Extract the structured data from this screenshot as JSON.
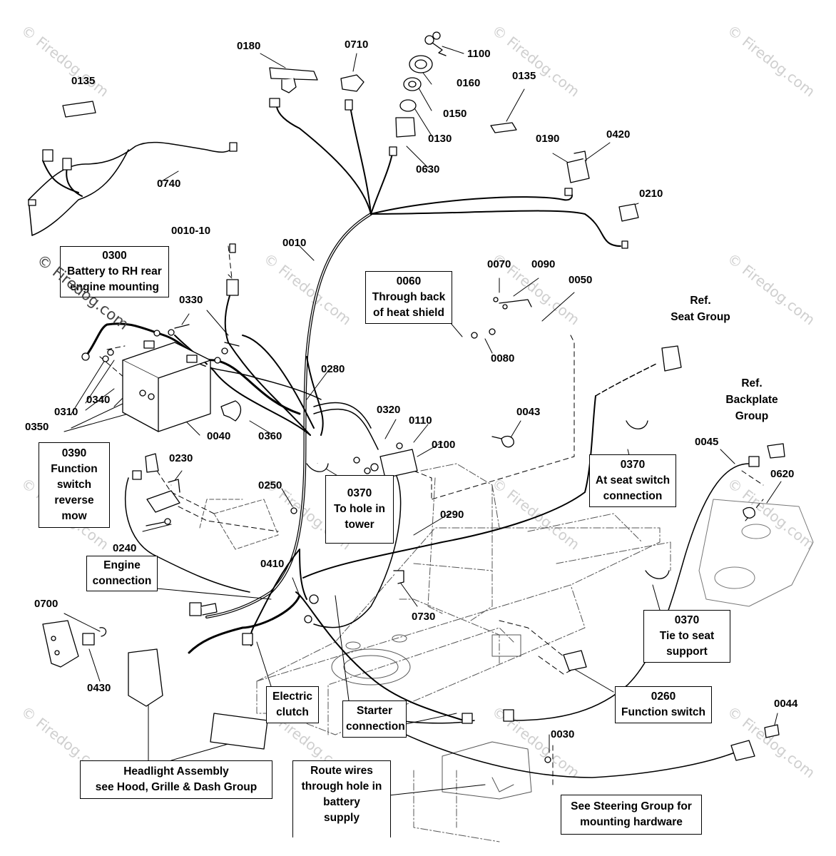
{
  "watermark": "© Firedog.com",
  "part_numbers": [
    "0180",
    "0710",
    "1100",
    "0160",
    "0150",
    "0130",
    "0630",
    "0135",
    "0135",
    "0190",
    "0420",
    "0210",
    "0740",
    "0010-10",
    "0010",
    "0070",
    "0090",
    "0050",
    "0080",
    "0330",
    "0340",
    "0310",
    "0350",
    "0040",
    "0360",
    "0280",
    "0320",
    "0110",
    "0100",
    "0043",
    "0045",
    "0620",
    "0230",
    "0250",
    "0240",
    "0290",
    "0410",
    "0730",
    "0700",
    "0430",
    "0030",
    "0044"
  ],
  "callouts": {
    "battery": [
      "0300",
      "Battery to RH rear",
      "engine mounting"
    ],
    "heat_shield": [
      "0060",
      "Through back",
      "of heat shield"
    ],
    "function_switch_reverse": [
      "0390",
      "Function",
      "switch",
      "reverse",
      "mow"
    ],
    "tower": [
      "0370",
      "To hole in",
      "tower"
    ],
    "seat_switch": [
      "0370",
      "At seat switch",
      "connection"
    ],
    "engine_conn": [
      "Engine",
      "connection"
    ],
    "seat_support": [
      "0370",
      "Tie to seat",
      "support"
    ],
    "function_switch": [
      "0260",
      "Function switch"
    ],
    "electric_clutch": [
      "Electric",
      "clutch"
    ],
    "starter_conn": [
      "Starter",
      "connection"
    ],
    "headlight": [
      "Headlight Assembly",
      "see Hood, Grille & Dash Group"
    ],
    "route_wires": [
      "Route wires",
      "through hole in",
      "battery",
      "supply"
    ],
    "steering": [
      "See Steering Group for",
      "mounting hardware"
    ]
  },
  "refs": {
    "seat_group": [
      "Ref.",
      "Seat Group"
    ],
    "backplate_group": [
      "Ref.",
      "Backplate",
      "Group"
    ]
  }
}
